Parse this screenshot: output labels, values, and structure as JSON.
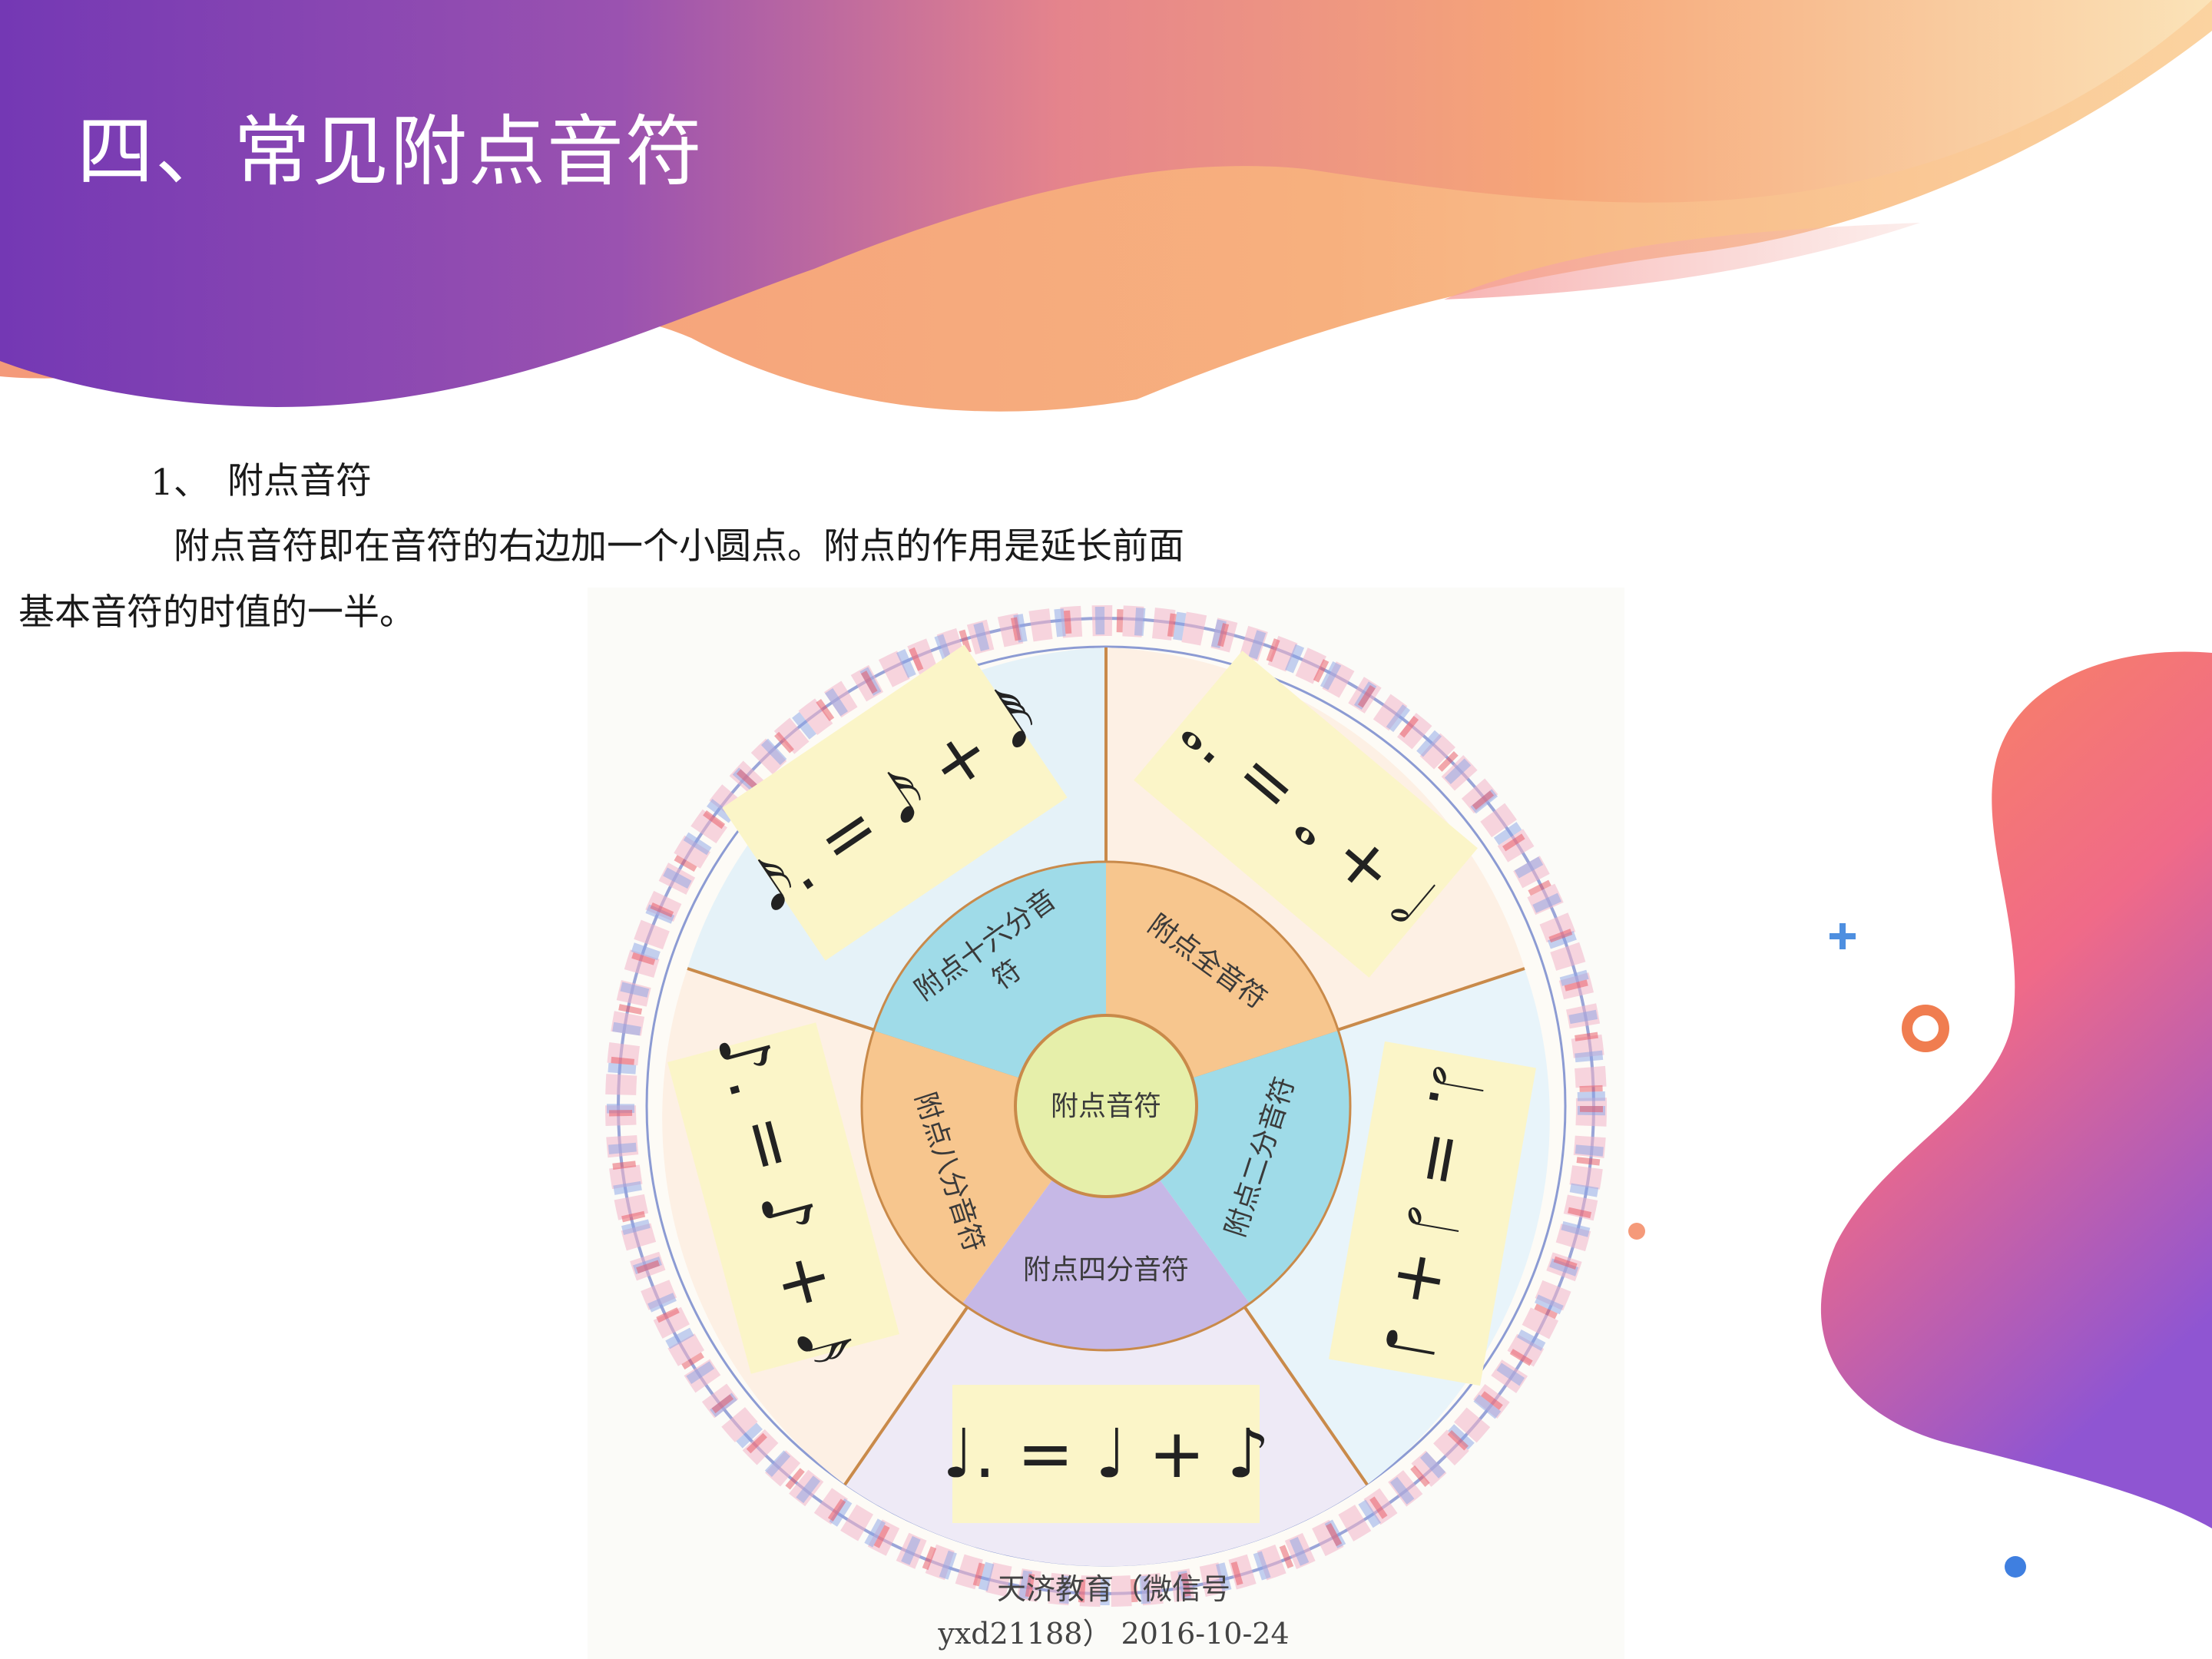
{
  "slide": {
    "title": "四、常见附点音符",
    "heading_number": "1、",
    "heading_label": "附点音符",
    "paragraph_line1": "附点音符即在音符的右边加一个小圆点。附点的作用是延长前面",
    "paragraph_line2": "基本音符的时值的一半。"
  },
  "wheel": {
    "center_label": "附点音符",
    "segments": [
      {
        "label_line1": "附点十六分音",
        "label_line2": "符",
        "equation": "𝅘𝅥𝅯. = 𝅘𝅥𝅯 + 𝅘𝅥𝅰"
      },
      {
        "label_line1": "附点全音符",
        "label_line2": "",
        "equation": "𝅝. = 𝅝 + 𝅗𝅥"
      },
      {
        "label_line1": "附点二分音符",
        "label_line2": "",
        "equation": "𝅗𝅥. = 𝅗𝅥 + ♩"
      },
      {
        "label_line1": "附点四分音符",
        "label_line2": "",
        "equation": "♩. = ♩ + ♪"
      },
      {
        "label_line1": "附点八分音符",
        "label_line2": "",
        "equation": "♪. = ♪ + 𝅘𝅥𝅯"
      }
    ]
  },
  "watermark": {
    "line1": "天济教育（微信号",
    "line2": "yxd21188） 2016-10-24"
  },
  "colors": {
    "title_band_purple": "#7a3fb8",
    "title_band_orange": "#f7a477",
    "accent_blue": "#4e8fe0",
    "accent_orange": "#f07d50",
    "accent_pink": "#f59a8a"
  }
}
